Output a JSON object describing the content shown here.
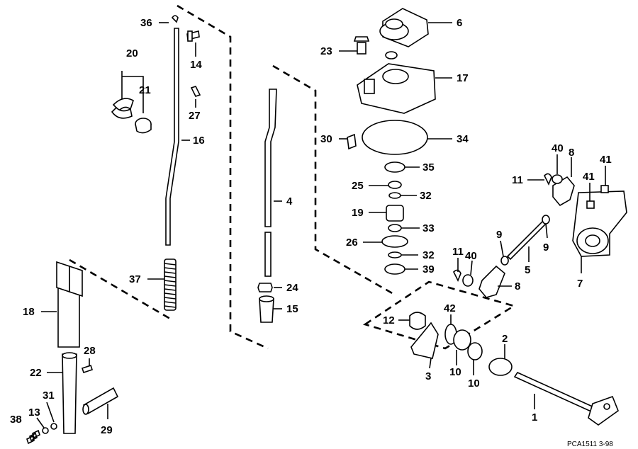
{
  "diagram": {
    "callouts": [
      "36",
      "14",
      "20",
      "21",
      "27",
      "16",
      "18",
      "22",
      "28",
      "31",
      "13",
      "38",
      "29",
      "37",
      "4",
      "24",
      "15",
      "6",
      "23",
      "17",
      "30",
      "34",
      "35",
      "25",
      "32",
      "19",
      "33",
      "26",
      "32",
      "39",
      "11",
      "40",
      "8",
      "41",
      "41",
      "9",
      "9",
      "5",
      "7",
      "11",
      "40",
      "8",
      "12",
      "42",
      "3",
      "10",
      "10",
      "2",
      "1"
    ],
    "code": "PCA1511  3-98"
  }
}
